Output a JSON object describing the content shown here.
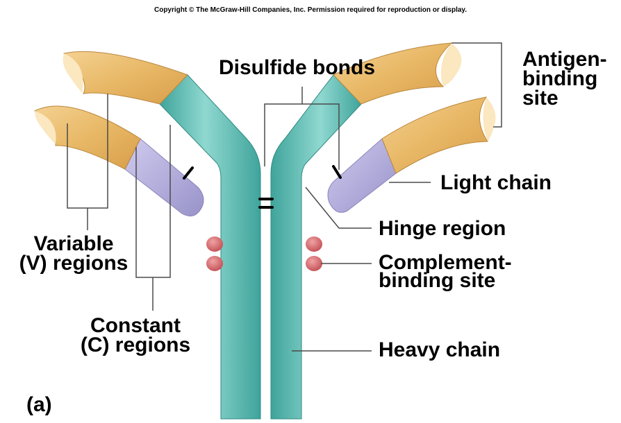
{
  "copyright": "Copyright © The McGraw-Hill Companies, Inc. Permission required for reproduction or display.",
  "labels": {
    "disulfide_bonds": "Disulfide bonds",
    "antigen_binding_site": [
      "Antigen-",
      "binding",
      "site"
    ],
    "light_chain": "Light chain",
    "hinge_region": "Hinge region",
    "complement_binding_site": [
      "Complement-",
      "binding site"
    ],
    "heavy_chain": "Heavy chain",
    "variable_regions": [
      "Variable",
      "(V) regions"
    ],
    "constant_regions": [
      "Constant",
      "(C) regions"
    ],
    "panel": "(a)"
  },
  "colors": {
    "heavy_chain": "#5cbdb4",
    "variable_region": "#e8b866",
    "light_constant": "#b2addb",
    "complement_site": "#d46b6f",
    "leader_line": "#4a4a4a"
  }
}
